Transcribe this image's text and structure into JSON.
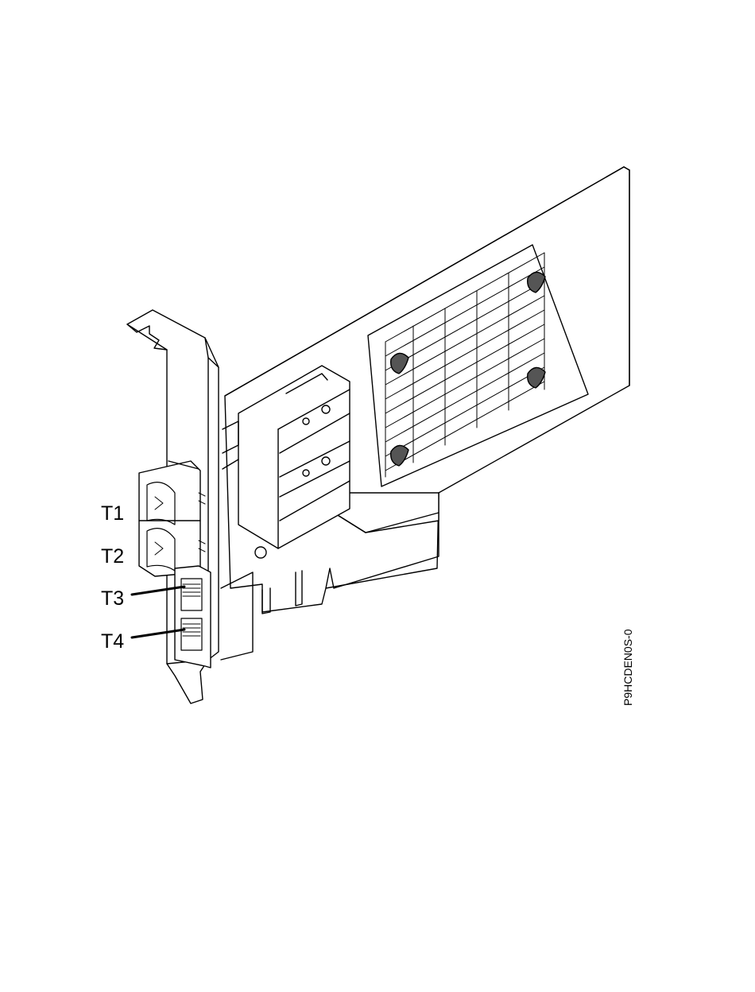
{
  "callouts": {
    "t1": "T1",
    "t2": "T2",
    "t3": "T3",
    "t4": "T4"
  },
  "figure_code": "P9HCDEN0S-0"
}
